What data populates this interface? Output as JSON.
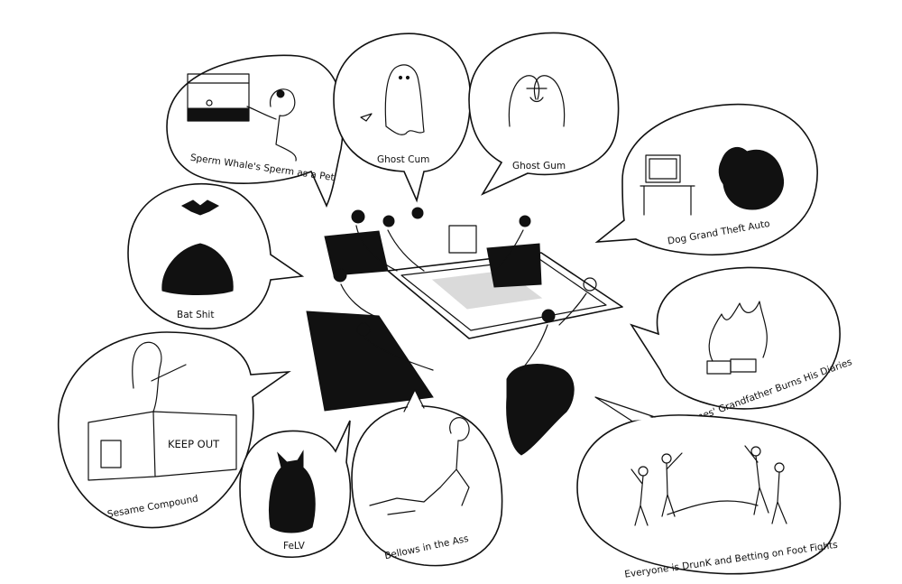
{
  "bubbles": [
    {
      "caption": "Sperm Whale's Sperm as a Pet"
    },
    {
      "caption": "Ghost Cum"
    },
    {
      "caption": "Ghost Gum"
    },
    {
      "caption": "Dog Grand Theft Auto"
    },
    {
      "caption": "Bat Shit"
    },
    {
      "caption": "James' Grandfather Burns His Diaries"
    },
    {
      "caption": "Sesame Compound"
    },
    {
      "caption": "FeLV"
    },
    {
      "caption": "Bellows in the Ass"
    },
    {
      "caption": "Everyone is DrunK and Betting on Foot Fights"
    }
  ],
  "compound_sign": "KEEP OUT"
}
